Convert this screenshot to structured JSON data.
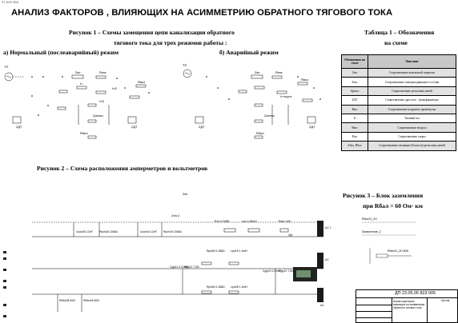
{
  "stamp": "ST-3020 КВИ",
  "title": "АНАЛИЗ ФАКТОРОВ , ВЛИЯЮЩИХ НА АСИММЕТРИЮ ОБРАТНОГО ТЯГОВОГО ТОКА",
  "fig1": {
    "caption_line1": "Рисунок 1 – Схемы замещения цепи канализации обратного",
    "caption_line2": "тягового тока для трех режимов работы :",
    "mode_a": "а) Нормальный (послеаварийный) режим",
    "mode_b": "б) Аварийный режим",
    "source_label": "ТП"
  },
  "table1": {
    "title_line1": "Таблица 1 – Обозначения",
    "title_line2": "на схеме",
    "headers": [
      "Обозначение на схеме",
      "Описание"
    ],
    "rows": [
      [
        "Zкп",
        "Сопротивление контактной подвески"
      ],
      [
        "Zэпс",
        "Сопротивление электроподвижного состава"
      ],
      [
        "Zрельс",
        "Сопротивление рельсовых нитей"
      ],
      [
        "ZДТ",
        "Сопротивление дроссель - трансформатора"
      ],
      [
        "Rип",
        "Сопротивление искрового промежутка"
      ],
      [
        "Iт",
        "Тяговый ток"
      ],
      [
        "Rвоз",
        "Сопротивление воздуха"
      ],
      [
        "Rоп",
        "Сопротивление опоры"
      ],
      [
        "Zбал, Rбал",
        "Сопротивление изоляции (балласта) рельсовых нитей"
      ]
    ]
  },
  "fig2": {
    "caption": "Рисунок 2 – Схема расположения амперметров и вольтметров",
    "top_label": "Zкп",
    "labels": [
      "Cкон26 12nF",
      "Rкон26 100kΩ",
      "Cкон16 12nF",
      "Rкон16 100kΩ",
      "Zэпс,2",
      "Rтп 0.248Ω",
      "Lкп 1.45mH",
      "Rэпс 1kΩ",
      "Zдт",
      "Rрп28 0.188Ω",
      "Lрп18 1.2mH",
      "Cдр11 0.21mF",
      "Rдр11 7.5Ω",
      "Cдр12 0.21mF",
      "Rдр12 7.5Ω",
      "Rрп28 0.188Ω",
      "Lрп28 1.2mH",
      "Rбал28 60Ω",
      "Rбал18 60Ω",
      "AC 1",
      "AC",
      "AC"
    ]
  },
  "fig3": {
    "title_line1": "Рисунок 3 – Блок заземления",
    "title_line2": "при Rбал = 60 Ом· км",
    "labels": [
      "Rбал21_2H 60Ω",
      "Rбал21_2H",
      "Заземление_2"
    ]
  },
  "titleblock": {
    "code": "ДП 23.05.05 823 005",
    "name": "Анализ факторов, влияющих на асимметрию обратного тягового тока",
    "sheet": "Листов"
  }
}
